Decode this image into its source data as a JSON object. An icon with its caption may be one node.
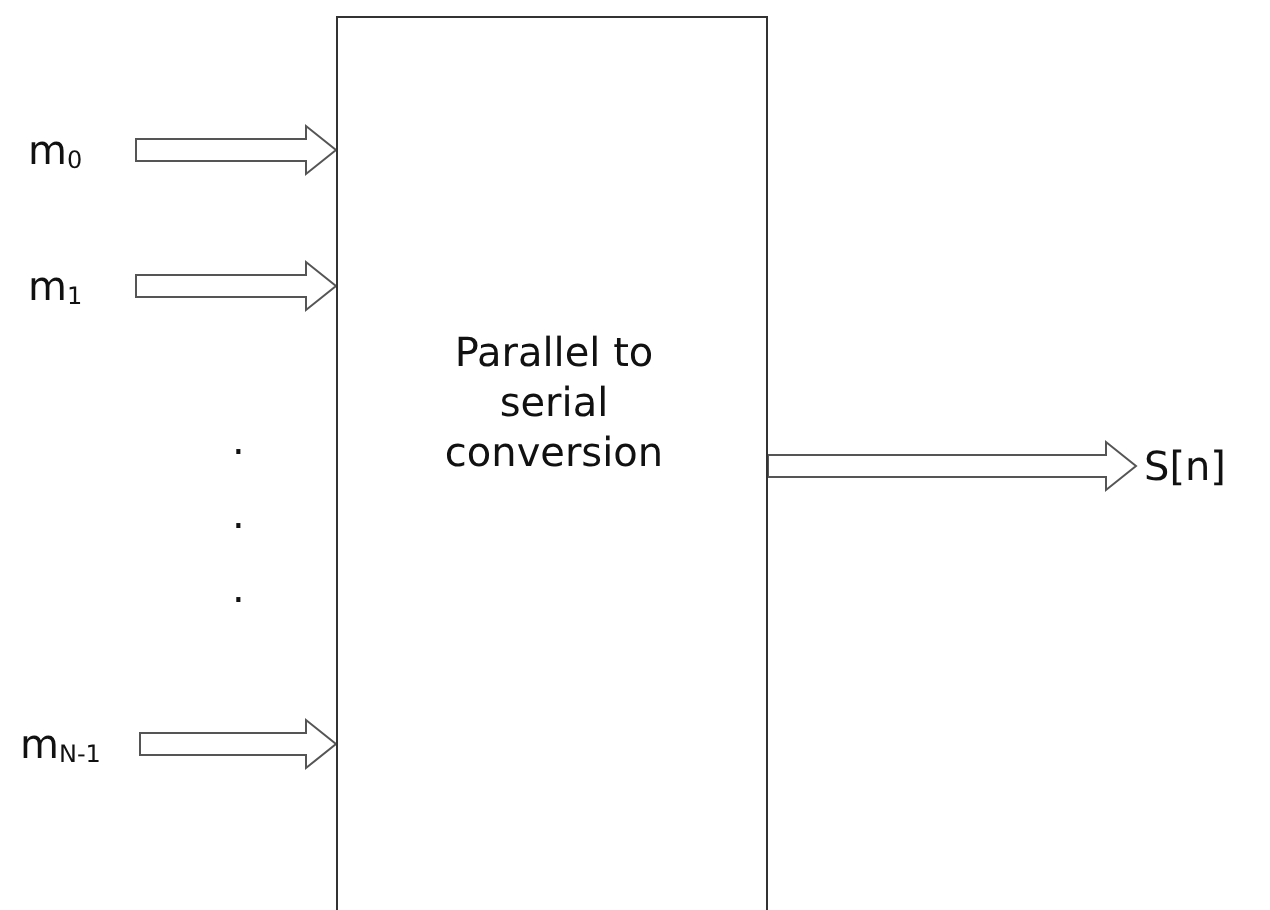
{
  "diagram": {
    "nodes": [
      {
        "text": [
          "Parallel to serial conversion"
        ]
      },
      {
        "text": [
          "m$_{0}$"
        ]
      },
      {
        "text": [
          "m$_{1}$"
        ]
      },
      {
        "text": [
          "m$_{N-1}$"
        ]
      },
      {
        "text": [
          "S[n]"
        ]
      }
    ],
    "edges": [
      {
        "from": 1,
        "to": 0,
        "arrow": "to"
      },
      {
        "from": 2,
        "to": 0,
        "arrow": "to"
      },
      {
        "from": 3,
        "to": 0,
        "arrow": "to"
      },
      {
        "from": 0,
        "to": 4,
        "arrow": "to"
      }
    ],
    "labels": [
      ".",
      ".",
      "."
    ]
  }
}
